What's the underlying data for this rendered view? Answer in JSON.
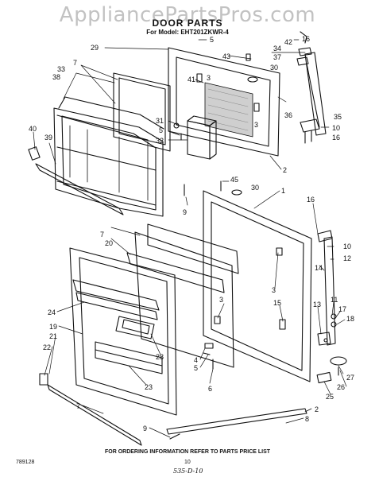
{
  "watermark": "AppliancePartsPros.com",
  "header": {
    "title": "DOOR PARTS",
    "model": "For Model: EHT201ZKWR-4"
  },
  "callouts": [
    {
      "id": "c-29",
      "text": "29"
    },
    {
      "id": "c-5a",
      "text": "5"
    },
    {
      "id": "c-16a",
      "text": "16"
    },
    {
      "id": "c-42",
      "text": "42"
    },
    {
      "id": "c-34",
      "text": "34"
    },
    {
      "id": "c-37",
      "text": "37"
    },
    {
      "id": "c-43",
      "text": "43"
    },
    {
      "id": "c-30a",
      "text": "30"
    },
    {
      "id": "c-7a",
      "text": "7"
    },
    {
      "id": "c-33",
      "text": "33"
    },
    {
      "id": "c-38",
      "text": "38"
    },
    {
      "id": "c-41",
      "text": "41"
    },
    {
      "id": "c-3a",
      "text": "3"
    },
    {
      "id": "c-3b",
      "text": "3"
    },
    {
      "id": "c-31",
      "text": "31"
    },
    {
      "id": "c-5b",
      "text": "5"
    },
    {
      "id": "c-32",
      "text": "32"
    },
    {
      "id": "c-36",
      "text": "36"
    },
    {
      "id": "c-35",
      "text": "35"
    },
    {
      "id": "c-10a",
      "text": "10"
    },
    {
      "id": "c-16b",
      "text": "16"
    },
    {
      "id": "c-40",
      "text": "40"
    },
    {
      "id": "c-39",
      "text": "39"
    },
    {
      "id": "c-2a",
      "text": "2"
    },
    {
      "id": "c-45",
      "text": "45"
    },
    {
      "id": "c-30b",
      "text": "30"
    },
    {
      "id": "c-1",
      "text": "1"
    },
    {
      "id": "c-9a",
      "text": "9"
    },
    {
      "id": "c-16c",
      "text": "16"
    },
    {
      "id": "c-7b",
      "text": "7"
    },
    {
      "id": "c-20",
      "text": "20"
    },
    {
      "id": "c-10b",
      "text": "10"
    },
    {
      "id": "c-12",
      "text": "12"
    },
    {
      "id": "c-14",
      "text": "14"
    },
    {
      "id": "c-3c",
      "text": "3"
    },
    {
      "id": "c-24",
      "text": "24"
    },
    {
      "id": "c-15",
      "text": "15"
    },
    {
      "id": "c-3d",
      "text": "3"
    },
    {
      "id": "c-13",
      "text": "13"
    },
    {
      "id": "c-11",
      "text": "11"
    },
    {
      "id": "c-17",
      "text": "17"
    },
    {
      "id": "c-18",
      "text": "18"
    },
    {
      "id": "c-19",
      "text": "19"
    },
    {
      "id": "c-28",
      "text": "28"
    },
    {
      "id": "c-21",
      "text": "21"
    },
    {
      "id": "c-22",
      "text": "22"
    },
    {
      "id": "c-4",
      "text": "4"
    },
    {
      "id": "c-5c",
      "text": "5"
    },
    {
      "id": "c-23",
      "text": "23"
    },
    {
      "id": "c-6",
      "text": "6"
    },
    {
      "id": "c-26",
      "text": "26"
    },
    {
      "id": "c-27",
      "text": "27"
    },
    {
      "id": "c-25",
      "text": "25"
    },
    {
      "id": "c-2b",
      "text": "2"
    },
    {
      "id": "c-8",
      "text": "8"
    },
    {
      "id": "c-7c",
      "text": "7"
    },
    {
      "id": "c-9b",
      "text": "9"
    }
  ],
  "footer": {
    "ordering_note": "FOR ORDERING INFORMATION REFER TO PARTS PRICE LIST",
    "doc_number": "789128",
    "page": "10",
    "handwritten": "535-D-10"
  }
}
